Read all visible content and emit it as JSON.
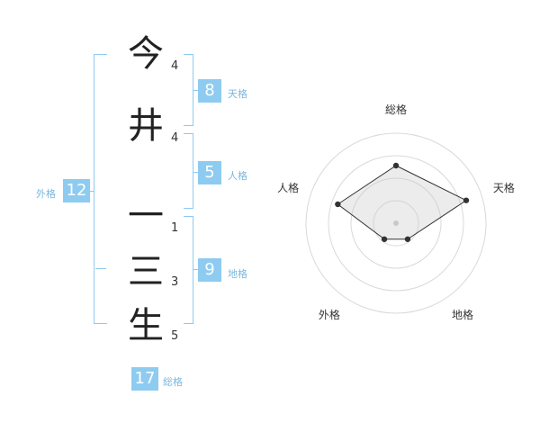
{
  "name": {
    "chars": [
      {
        "char": "今",
        "strokes": "4"
      },
      {
        "char": "井",
        "strokes": "4"
      },
      {
        "char": "一",
        "strokes": "1"
      },
      {
        "char": "三",
        "strokes": "3"
      },
      {
        "char": "生",
        "strokes": "5"
      }
    ]
  },
  "kaku": {
    "ten": {
      "value": "8",
      "label": "天格"
    },
    "jin": {
      "value": "5",
      "label": "人格"
    },
    "chi": {
      "value": "9",
      "label": "地格"
    },
    "gai": {
      "value": "12",
      "label": "外格"
    },
    "sou": {
      "value": "17",
      "label": "総格"
    }
  },
  "colors": {
    "accent": "#8ecbf0",
    "accent_label": "#7ab8df"
  },
  "chart_data": {
    "type": "radar",
    "axes": [
      "総格",
      "天格",
      "地格",
      "外格",
      "人格"
    ],
    "values": [
      3.2,
      4.1,
      1.1,
      1.1,
      3.4
    ],
    "range": [
      0,
      5
    ],
    "rings": 4,
    "grid": true
  }
}
